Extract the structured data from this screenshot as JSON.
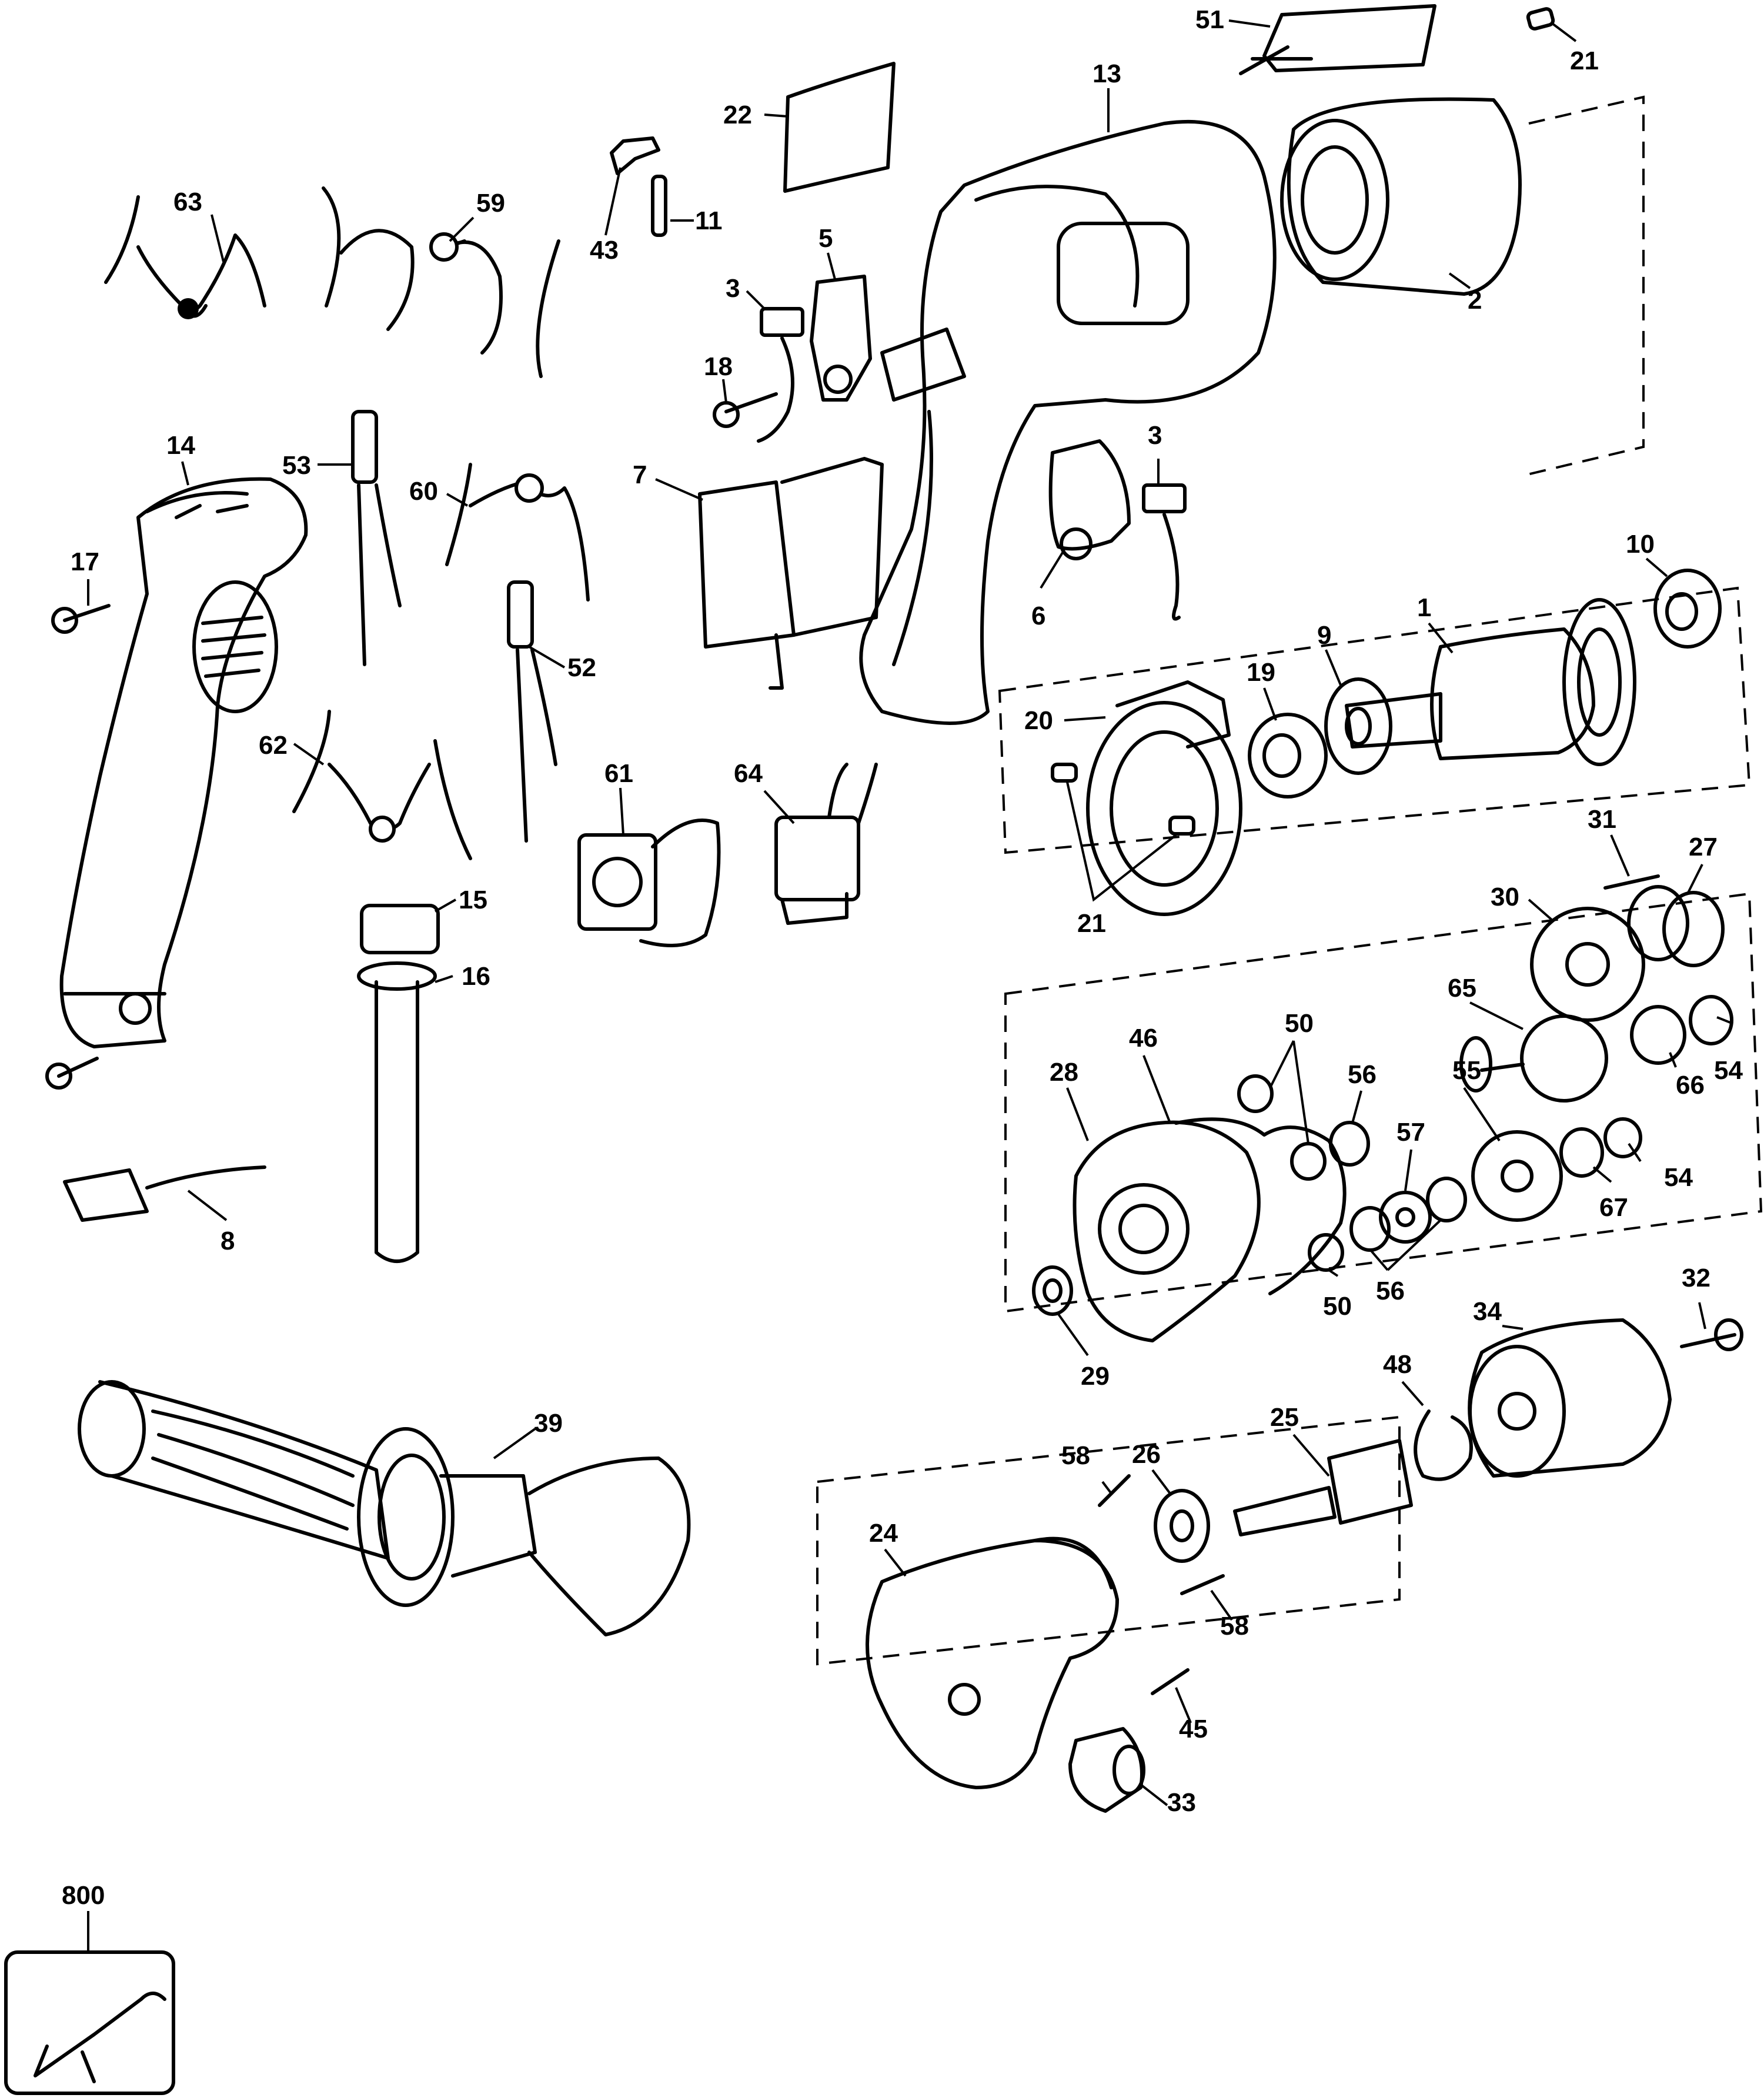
{
  "callouts": [
    {
      "id": "c51",
      "label": "51"
    },
    {
      "id": "c21a",
      "label": "21"
    },
    {
      "id": "c22",
      "label": "22"
    },
    {
      "id": "c13",
      "label": "13"
    },
    {
      "id": "c63",
      "label": "63"
    },
    {
      "id": "c59",
      "label": "59"
    },
    {
      "id": "c43",
      "label": "43"
    },
    {
      "id": "c11",
      "label": "11"
    },
    {
      "id": "c5",
      "label": "5"
    },
    {
      "id": "c3a",
      "label": "3"
    },
    {
      "id": "c18",
      "label": "18"
    },
    {
      "id": "c2",
      "label": "2"
    },
    {
      "id": "c14",
      "label": "14"
    },
    {
      "id": "c53",
      "label": "53"
    },
    {
      "id": "c60",
      "label": "60"
    },
    {
      "id": "c7",
      "label": "7"
    },
    {
      "id": "c3b",
      "label": "3"
    },
    {
      "id": "c6",
      "label": "6"
    },
    {
      "id": "c17",
      "label": "17"
    },
    {
      "id": "c10",
      "label": "10"
    },
    {
      "id": "c1",
      "label": "1"
    },
    {
      "id": "c9",
      "label": "9"
    },
    {
      "id": "c19",
      "label": "19"
    },
    {
      "id": "c20",
      "label": "20"
    },
    {
      "id": "c52",
      "label": "52"
    },
    {
      "id": "c62",
      "label": "62"
    },
    {
      "id": "c61",
      "label": "61"
    },
    {
      "id": "c64",
      "label": "64"
    },
    {
      "id": "c21b",
      "label": "21"
    },
    {
      "id": "c31",
      "label": "31"
    },
    {
      "id": "c27",
      "label": "27"
    },
    {
      "id": "c15",
      "label": "15"
    },
    {
      "id": "c30",
      "label": "30"
    },
    {
      "id": "c16",
      "label": "16"
    },
    {
      "id": "c65",
      "label": "65"
    },
    {
      "id": "c50a",
      "label": "50"
    },
    {
      "id": "c46",
      "label": "46"
    },
    {
      "id": "c28",
      "label": "28"
    },
    {
      "id": "c56a",
      "label": "56"
    },
    {
      "id": "c55",
      "label": "55"
    },
    {
      "id": "c66",
      "label": "66"
    },
    {
      "id": "c54a",
      "label": "54"
    },
    {
      "id": "c57",
      "label": "57"
    },
    {
      "id": "c54b",
      "label": "54"
    },
    {
      "id": "c67",
      "label": "67"
    },
    {
      "id": "c8",
      "label": "8"
    },
    {
      "id": "c56b",
      "label": "56"
    },
    {
      "id": "c50b",
      "label": "50"
    },
    {
      "id": "c32",
      "label": "32"
    },
    {
      "id": "c34",
      "label": "34"
    },
    {
      "id": "c29",
      "label": "29"
    },
    {
      "id": "c48",
      "label": "48"
    },
    {
      "id": "c39",
      "label": "39"
    },
    {
      "id": "c25",
      "label": "25"
    },
    {
      "id": "c58a",
      "label": "58"
    },
    {
      "id": "c26",
      "label": "26"
    },
    {
      "id": "c24",
      "label": "24"
    },
    {
      "id": "c58b",
      "label": "58"
    },
    {
      "id": "c45",
      "label": "45"
    },
    {
      "id": "c33",
      "label": "33"
    },
    {
      "id": "c800",
      "label": "800"
    }
  ]
}
